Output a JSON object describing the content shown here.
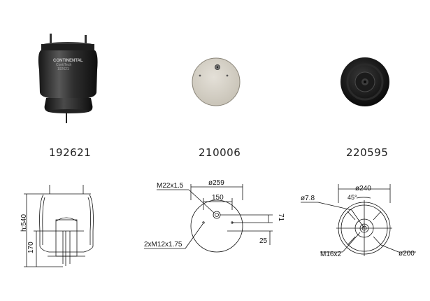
{
  "codes": [
    "192621",
    "210006",
    "220595"
  ],
  "bellows_label_lines": [
    "CONTINENTAL",
    "ContiTech",
    "192621"
  ],
  "drawing1": {
    "height": "h:540",
    "lower": "170"
  },
  "drawing2": {
    "diameter": "ø259",
    "width": "150",
    "thread_top": "M22x1.5",
    "thread_bottom": "2xM12x1.75",
    "offset1": "71",
    "offset2": "25"
  },
  "drawing3": {
    "diameter": "ø240",
    "hole": "ø7.8",
    "angle": "45°",
    "thread": "M16x2",
    "inner": "ø200"
  }
}
